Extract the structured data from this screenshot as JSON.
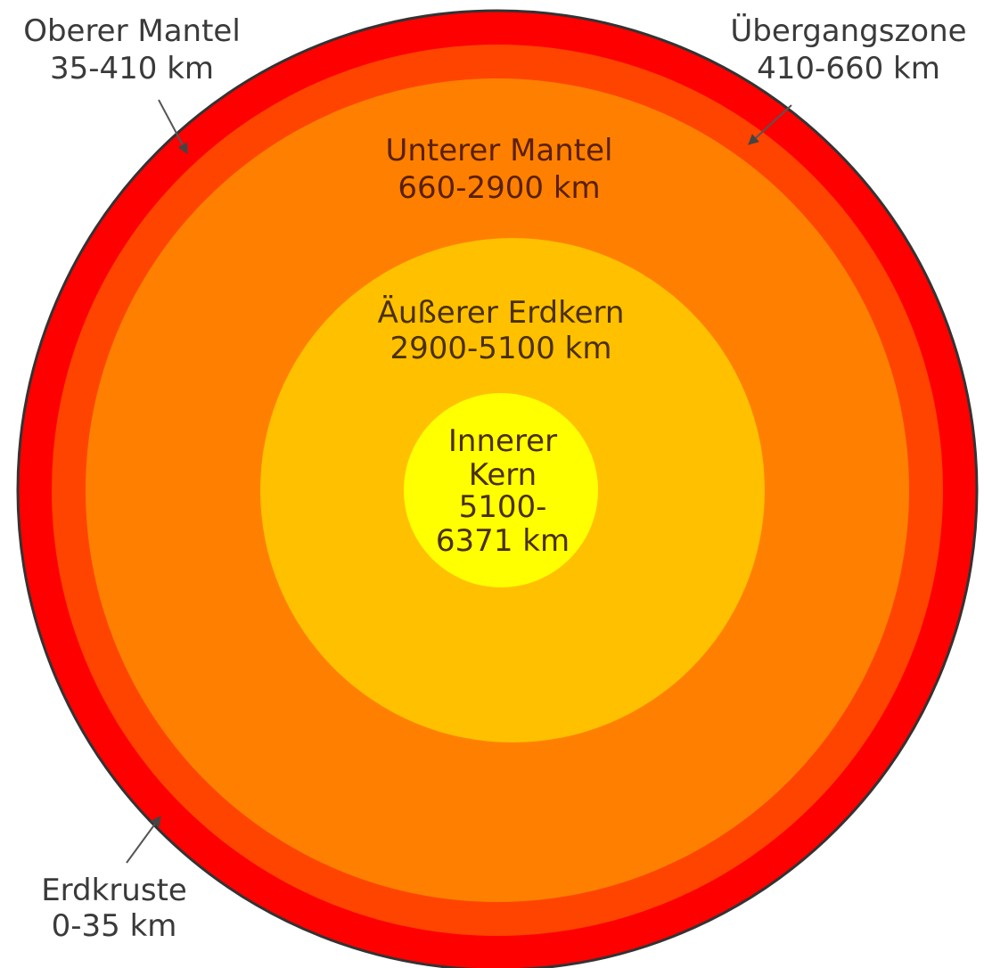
{
  "colors": {
    "background": "#ffffff",
    "outline": "#333333",
    "crust": "#ff0000",
    "upper_mantle": "#ff0000",
    "transition_zone": "#ff4400",
    "lower_mantle": "#ff8000",
    "outer_core": "#ffc000",
    "inner_core": "#ffff00",
    "arrow": "#555555"
  },
  "layers": {
    "crust": {
      "name": "Erdkruste",
      "range": "0-35 km"
    },
    "upper_mantle": {
      "name": "Oberer Mantel",
      "range": "35-410 km"
    },
    "transition_zone": {
      "name": "Übergangszone",
      "range": "410-660 km"
    },
    "lower_mantle": {
      "name": "Unterer Mantel",
      "range": "660-2900 km"
    },
    "outer_core": {
      "name": "Äußerer Erdkern",
      "range": "2900-5100 km"
    },
    "inner_core": {
      "name_line1": "Innerer",
      "name_line2": "Kern",
      "range_line1": "5100-",
      "range_line2": "6371 km"
    }
  }
}
